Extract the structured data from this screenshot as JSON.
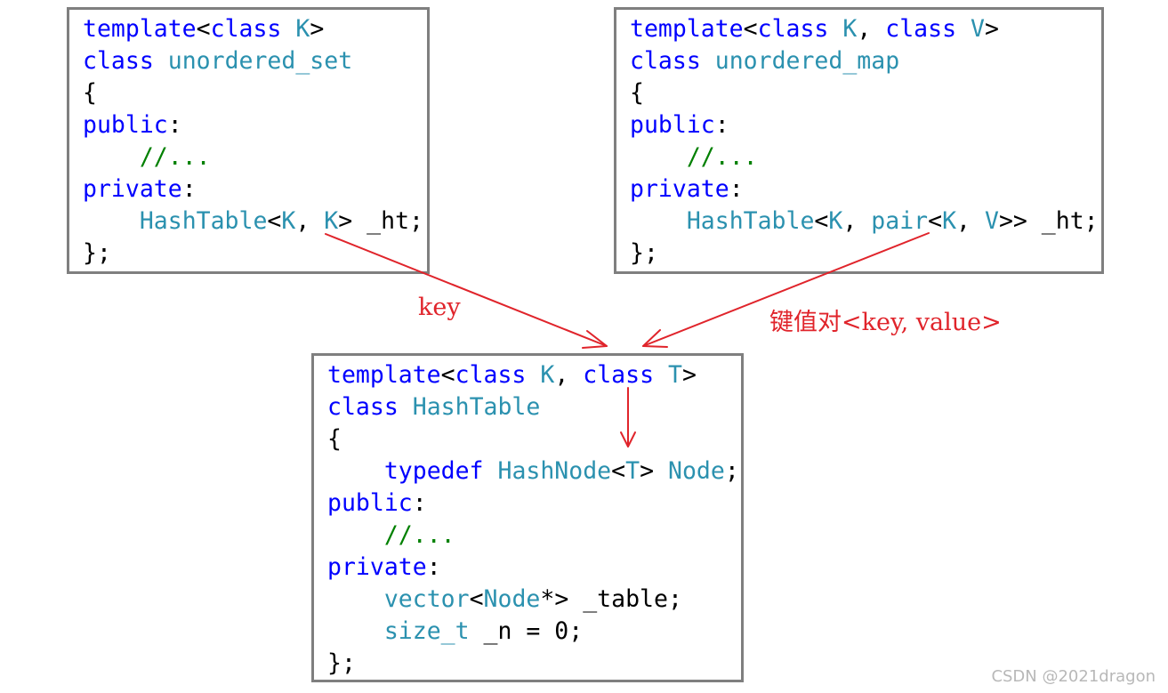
{
  "set_box": {
    "lines": [
      [
        [
          "kw",
          "template"
        ],
        [
          "pl",
          "<"
        ],
        [
          "kw",
          "class"
        ],
        [
          "pl",
          " "
        ],
        [
          "ty",
          "K"
        ],
        [
          "pl",
          ">"
        ]
      ],
      [
        [
          "kw",
          "class"
        ],
        [
          "pl",
          " "
        ],
        [
          "ty",
          "unordered_set"
        ]
      ],
      [
        [
          "pl",
          "{"
        ]
      ],
      [
        [
          "kw",
          "public"
        ],
        [
          "pl",
          ":"
        ]
      ],
      [
        [
          "pl",
          "    "
        ],
        [
          "cm",
          "//..."
        ]
      ],
      [
        [
          "kw",
          "private"
        ],
        [
          "pl",
          ":"
        ]
      ],
      [
        [
          "pl",
          "    "
        ],
        [
          "ty",
          "HashTable"
        ],
        [
          "pl",
          "<"
        ],
        [
          "ty",
          "K"
        ],
        [
          "pl",
          ", "
        ],
        [
          "ty",
          "K"
        ],
        [
          "pl",
          "> _ht;"
        ]
      ],
      [
        [
          "pl",
          "};"
        ]
      ]
    ]
  },
  "map_box": {
    "lines": [
      [
        [
          "kw",
          "template"
        ],
        [
          "pl",
          "<"
        ],
        [
          "kw",
          "class"
        ],
        [
          "pl",
          " "
        ],
        [
          "ty",
          "K"
        ],
        [
          "pl",
          ", "
        ],
        [
          "kw",
          "class"
        ],
        [
          "pl",
          " "
        ],
        [
          "ty",
          "V"
        ],
        [
          "pl",
          ">"
        ]
      ],
      [
        [
          "kw",
          "class"
        ],
        [
          "pl",
          " "
        ],
        [
          "ty",
          "unordered_map"
        ]
      ],
      [
        [
          "pl",
          "{"
        ]
      ],
      [
        [
          "kw",
          "public"
        ],
        [
          "pl",
          ":"
        ]
      ],
      [
        [
          "pl",
          "    "
        ],
        [
          "cm",
          "//..."
        ]
      ],
      [
        [
          "kw",
          "private"
        ],
        [
          "pl",
          ":"
        ]
      ],
      [
        [
          "pl",
          "    "
        ],
        [
          "ty",
          "HashTable"
        ],
        [
          "pl",
          "<"
        ],
        [
          "ty",
          "K"
        ],
        [
          "pl",
          ", "
        ],
        [
          "ty",
          "pair"
        ],
        [
          "pl",
          "<"
        ],
        [
          "ty",
          "K"
        ],
        [
          "pl",
          ", "
        ],
        [
          "ty",
          "V"
        ],
        [
          "pl",
          ">> _ht;"
        ]
      ],
      [
        [
          "pl",
          "};"
        ]
      ]
    ]
  },
  "hash_box": {
    "lines": [
      [
        [
          "kw",
          "template"
        ],
        [
          "pl",
          "<"
        ],
        [
          "kw",
          "class"
        ],
        [
          "pl",
          " "
        ],
        [
          "ty",
          "K"
        ],
        [
          "pl",
          ", "
        ],
        [
          "kw",
          "class"
        ],
        [
          "pl",
          " "
        ],
        [
          "ty",
          "T"
        ],
        [
          "pl",
          ">"
        ]
      ],
      [
        [
          "kw",
          "class"
        ],
        [
          "pl",
          " "
        ],
        [
          "ty",
          "HashTable"
        ]
      ],
      [
        [
          "pl",
          "{"
        ]
      ],
      [
        [
          "pl",
          "    "
        ],
        [
          "kw",
          "typedef"
        ],
        [
          "pl",
          " "
        ],
        [
          "ty",
          "HashNode"
        ],
        [
          "pl",
          "<"
        ],
        [
          "ty",
          "T"
        ],
        [
          "pl",
          "> "
        ],
        [
          "ty",
          "Node"
        ],
        [
          "pl",
          ";"
        ]
      ],
      [
        [
          "kw",
          "public"
        ],
        [
          "pl",
          ":"
        ]
      ],
      [
        [
          "pl",
          "    "
        ],
        [
          "cm",
          "//..."
        ]
      ],
      [
        [
          "kw",
          "private"
        ],
        [
          "pl",
          ":"
        ]
      ],
      [
        [
          "pl",
          "    "
        ],
        [
          "ty",
          "vector"
        ],
        [
          "pl",
          "<"
        ],
        [
          "ty",
          "Node"
        ],
        [
          "pl",
          "*> _table;"
        ]
      ],
      [
        [
          "pl",
          "    "
        ],
        [
          "ty",
          "size_t"
        ],
        [
          "pl",
          " _n = 0;"
        ]
      ],
      [
        [
          "pl",
          "};"
        ]
      ]
    ]
  },
  "labels": {
    "key": "key",
    "key_value": "键值对<key, value>"
  },
  "watermark": "CSDN @2021dragon",
  "colors": {
    "keyword": "#0000ff",
    "type": "#2b91af",
    "comment": "#008000",
    "arrow": "#e0242b",
    "border": "#7f7f7f"
  }
}
